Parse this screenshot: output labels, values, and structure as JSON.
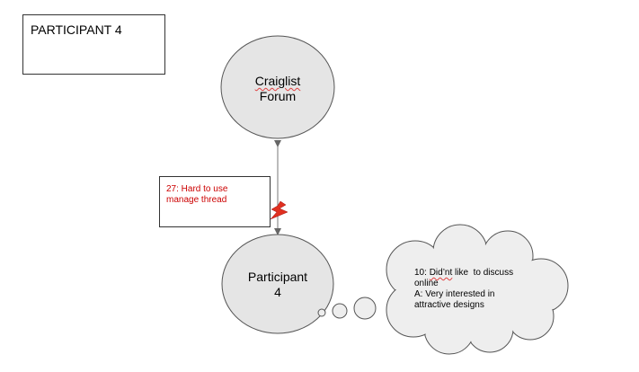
{
  "title_box": {
    "text": "PARTICIPANT 4"
  },
  "nodes": {
    "forum": {
      "line1": "Craiglist",
      "line2": "Forum"
    },
    "participant": {
      "line1": "Participant",
      "line2": "4"
    }
  },
  "connection_note": {
    "line1": "27: Hard to use",
    "line2": "manage thread"
  },
  "thought": {
    "line1_prefix": "10: ",
    "line1_word": "Did’nt",
    "line1_rest": " like  to discuss",
    "line2": "online",
    "line3": "A: Very interested in",
    "line4": "attractive designs"
  },
  "colors": {
    "node_fill": "#e5e5e5",
    "outline": "#555555",
    "note_text": "#cc0000",
    "lightning": "#e03020"
  },
  "icons": {
    "lightning": "lightning-bolt-icon"
  }
}
